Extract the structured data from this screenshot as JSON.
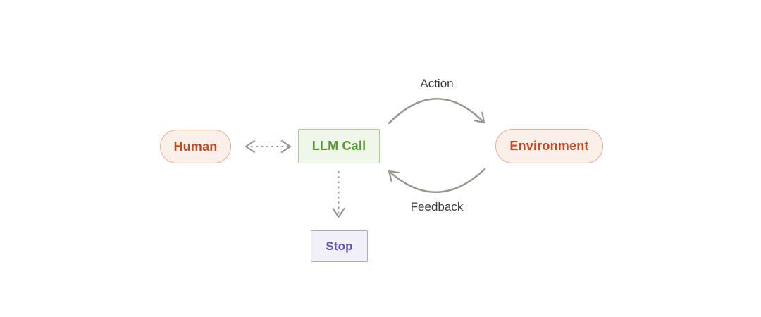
{
  "diagram": {
    "background_color": "#ffffff",
    "nodes": [
      {
        "id": "human",
        "label": "Human",
        "shape": "pill",
        "fill": "#fbefe9",
        "border": "#eaaa8e",
        "text_color": "#c04a24"
      },
      {
        "id": "llm-call",
        "label": "LLM Call",
        "shape": "rectangle",
        "fill": "#f1f6eb",
        "border": "#aacd95",
        "text_color": "#559a31"
      },
      {
        "id": "environment",
        "label": "Environment",
        "shape": "pill",
        "fill": "#fbefe9",
        "border": "#eaaa8e",
        "text_color": "#c04a24"
      },
      {
        "id": "stop",
        "label": "Stop",
        "shape": "rectangle",
        "fill": "#f1f0f9",
        "border": "#aba5dc",
        "text_color": "#5c55b4"
      }
    ],
    "edges": [
      {
        "id": "human-llm",
        "from": "human",
        "to": "llm-call",
        "style": "dashed",
        "direction": "both",
        "label": ""
      },
      {
        "id": "action",
        "from": "llm-call",
        "to": "environment",
        "style": "solid-curved",
        "direction": "forward",
        "label": "Action"
      },
      {
        "id": "feedback",
        "from": "environment",
        "to": "llm-call",
        "style": "solid-curved",
        "direction": "forward",
        "label": "Feedback"
      },
      {
        "id": "llm-stop",
        "from": "llm-call",
        "to": "stop",
        "style": "dashed",
        "direction": "forward",
        "label": ""
      }
    ],
    "arrow_color": "#97968f",
    "edge_label_color": "#3c3c3a"
  }
}
